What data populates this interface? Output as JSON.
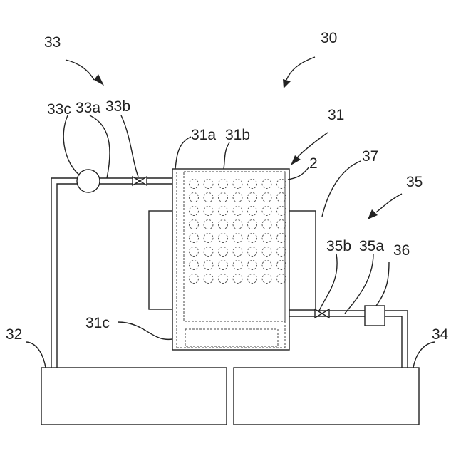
{
  "labels": {
    "l30": "30",
    "l31": "31",
    "l31a": "31a",
    "l31b": "31b",
    "l31c": "31c",
    "l2": "2",
    "l32": "32",
    "l33": "33",
    "l33a": "33a",
    "l33b": "33b",
    "l33c": "33c",
    "l34": "34",
    "l35": "35",
    "l35a": "35a",
    "l35b": "35b",
    "l36": "36",
    "l37": "37"
  },
  "colors": {
    "line": "#222222",
    "background": "#ffffff"
  },
  "particle_grid": {
    "rows": 8,
    "columns": 7
  }
}
